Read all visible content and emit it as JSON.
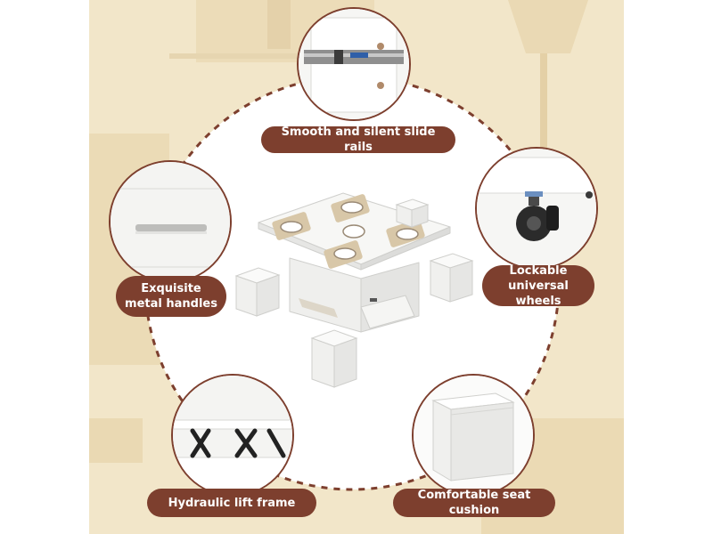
{
  "colors": {
    "background": "#f2e6c9",
    "accent": "#7d3f2e",
    "pill_text": "#ffffff",
    "product_white": "#f3f3f1"
  },
  "features": {
    "slide_rails": {
      "label": "Smooth and silent slide rails",
      "icon": "slide-rail-closeup"
    },
    "metal_handles": {
      "line1": "Exquisite",
      "line2": "metal handles",
      "icon": "drawer-handle-closeup"
    },
    "universal_wheels": {
      "line1": "Lockable",
      "line2": "universal wheels",
      "icon": "caster-wheel-closeup"
    },
    "lift_frame": {
      "label": "Hydraulic lift frame",
      "icon": "lift-mechanism-closeup"
    },
    "seat_cushion": {
      "label": "Comfortable seat cushion",
      "icon": "ottoman-closeup"
    }
  },
  "product": {
    "icon": "lift-top-coffee-table-with-ottomans"
  }
}
